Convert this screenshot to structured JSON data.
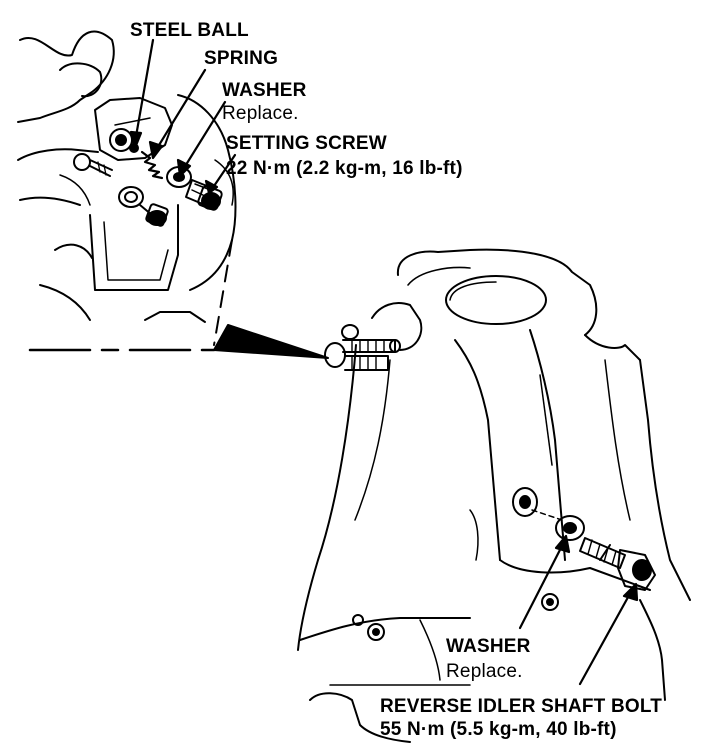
{
  "callouts": {
    "steel_ball": {
      "name": "STEEL BALL"
    },
    "spring": {
      "name": "SPRING"
    },
    "washer_top": {
      "name": "WASHER",
      "note": "Replace."
    },
    "setting_screw": {
      "name": "SETTING SCREW",
      "torque": "22 N·m (2.2 kg-m, 16 lb-ft)"
    },
    "washer_bottom": {
      "name": "WASHER",
      "note": "Replace."
    },
    "reverse_idler_bolt": {
      "name": "REVERSE IDLER SHAFT BOLT",
      "torque": "55 N·m (5.5 kg-m, 40 lb-ft)"
    }
  },
  "colors": {
    "ink": "#000000",
    "paper": "#ffffff"
  }
}
